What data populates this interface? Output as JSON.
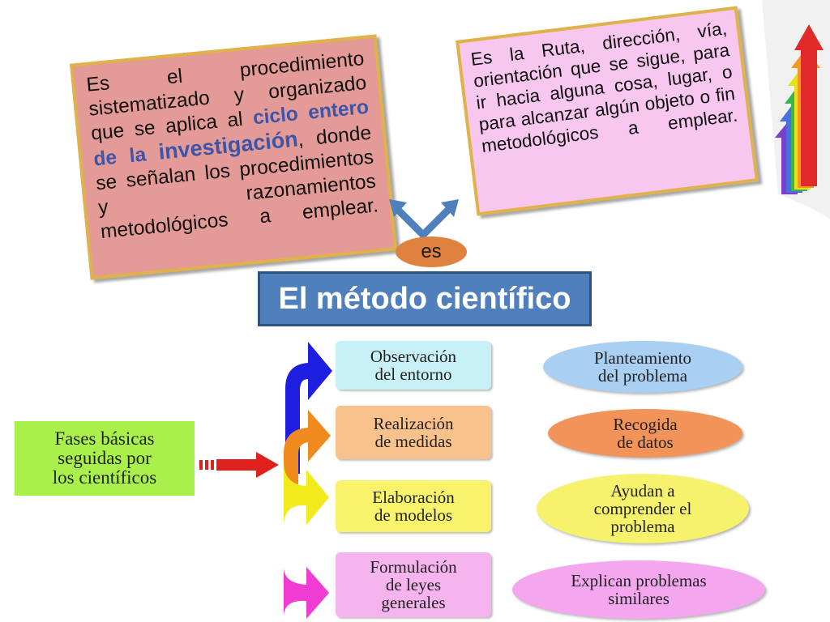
{
  "notes": {
    "left": {
      "before": "Es el procedimiento sistematizado y organizado que se aplica al ",
      "highlight_1": "ciclo entero de la",
      "highlight_2": "investigación",
      "after": ", donde se señalan los procedimientos y razonamientos metodológicos a emplear."
    },
    "right": {
      "text": "Es la Ruta, dirección, vía, orientación que se sigue, para ir hacia alguna cosa, lugar, o para alcanzar algún objeto o fin metodológicos a emplear."
    }
  },
  "connector_label": "es",
  "title": "El método científico",
  "fases_label": "Fases básicas\nseguidas por\nlos científicos",
  "phases": [
    {
      "label": "Observación\ndel entorno",
      "color": "#c8f0f7",
      "arrow_color": "#1d1ee0"
    },
    {
      "label": "Realización\nde medidas",
      "color": "#f9c28c",
      "arrow_color": "#f08a1e"
    },
    {
      "label": "Elaboración\nde modelos",
      "color": "#f8f36a",
      "arrow_color": "#f2ea1a"
    },
    {
      "label": "Formulación\nde leyes\ngenerales",
      "color": "#f5b4ee",
      "arrow_color": "#f03cd3"
    }
  ],
  "outcomes": [
    {
      "label": "Planteamiento\ndel problema",
      "color": "#a9cff2"
    },
    {
      "label": "Recogida\nde datos",
      "color": "#f2935a"
    },
    {
      "label": "Ayudan a\ncomprender el\nproblema",
      "color": "#f7f26c"
    },
    {
      "label": "Explican problemas\nsimilares",
      "color": "#f4a6ef"
    }
  ]
}
